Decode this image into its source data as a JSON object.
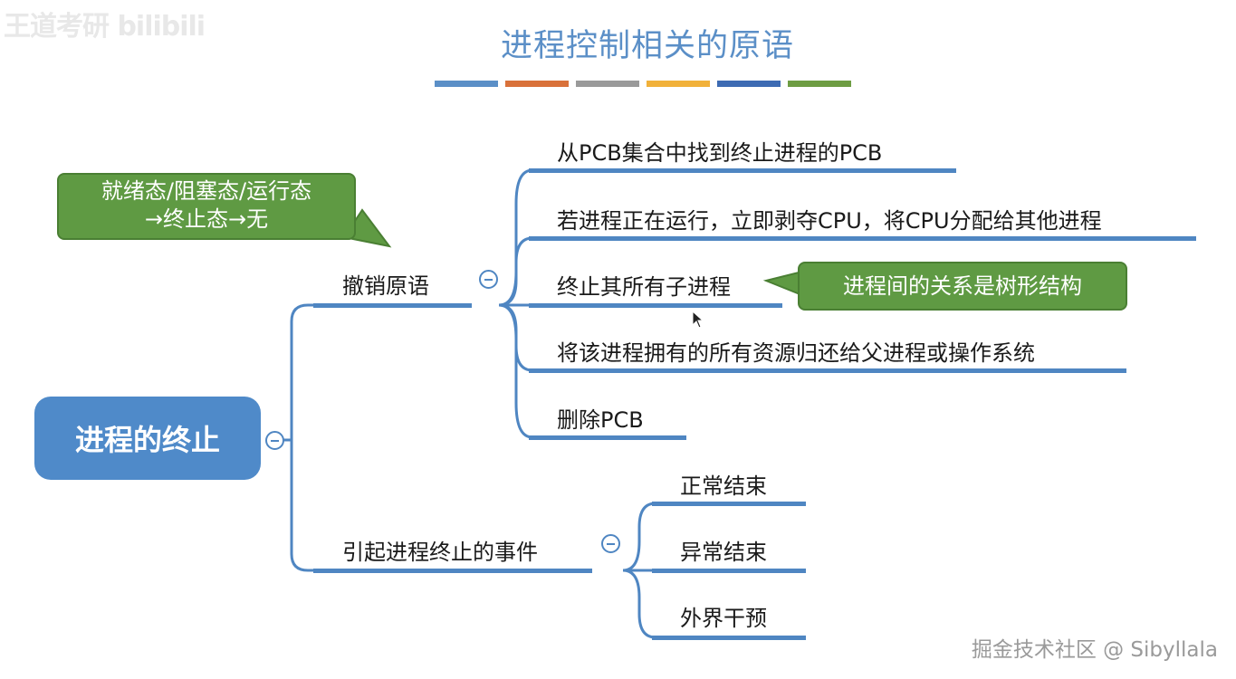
{
  "title": "进程控制相关的原语",
  "watermark_top_left": "王道考研 bilibili",
  "watermark_bottom_right": "掘金技术社区 @ Sibyllala",
  "colors": {
    "title": "#5b8fc7",
    "root_fill": "#4f8ac9",
    "branch_line": "#4f86c2",
    "callout_fill": "#5f9a43",
    "stripes": [
      "#5b8fc7",
      "#d9713a",
      "#9a9a9a",
      "#f1b13a",
      "#3d6bb3",
      "#6e9d43"
    ]
  },
  "root": {
    "label": "进程的终止"
  },
  "branch_revoke": {
    "label": "撤销原语",
    "items": [
      "从PCB集合中找到终止进程的PCB",
      "若进程正在运行，立即剥夺CPU，将CPU分配给其他进程",
      "终止其所有子进程",
      "将该进程拥有的所有资源归还给父进程或操作系统",
      "删除PCB"
    ]
  },
  "branch_events": {
    "label": "引起进程终止的事件",
    "items": [
      "正常结束",
      "异常结束",
      "外界干预"
    ]
  },
  "callout_states": {
    "line1": "就绪态/阻塞态/运行态",
    "line2": "→终止态→无"
  },
  "callout_tree": {
    "text": "进程间的关系是树形结构"
  },
  "icons": {
    "collapse": "collapse-minus-icon",
    "pointer": "mouse-pointer-icon"
  }
}
